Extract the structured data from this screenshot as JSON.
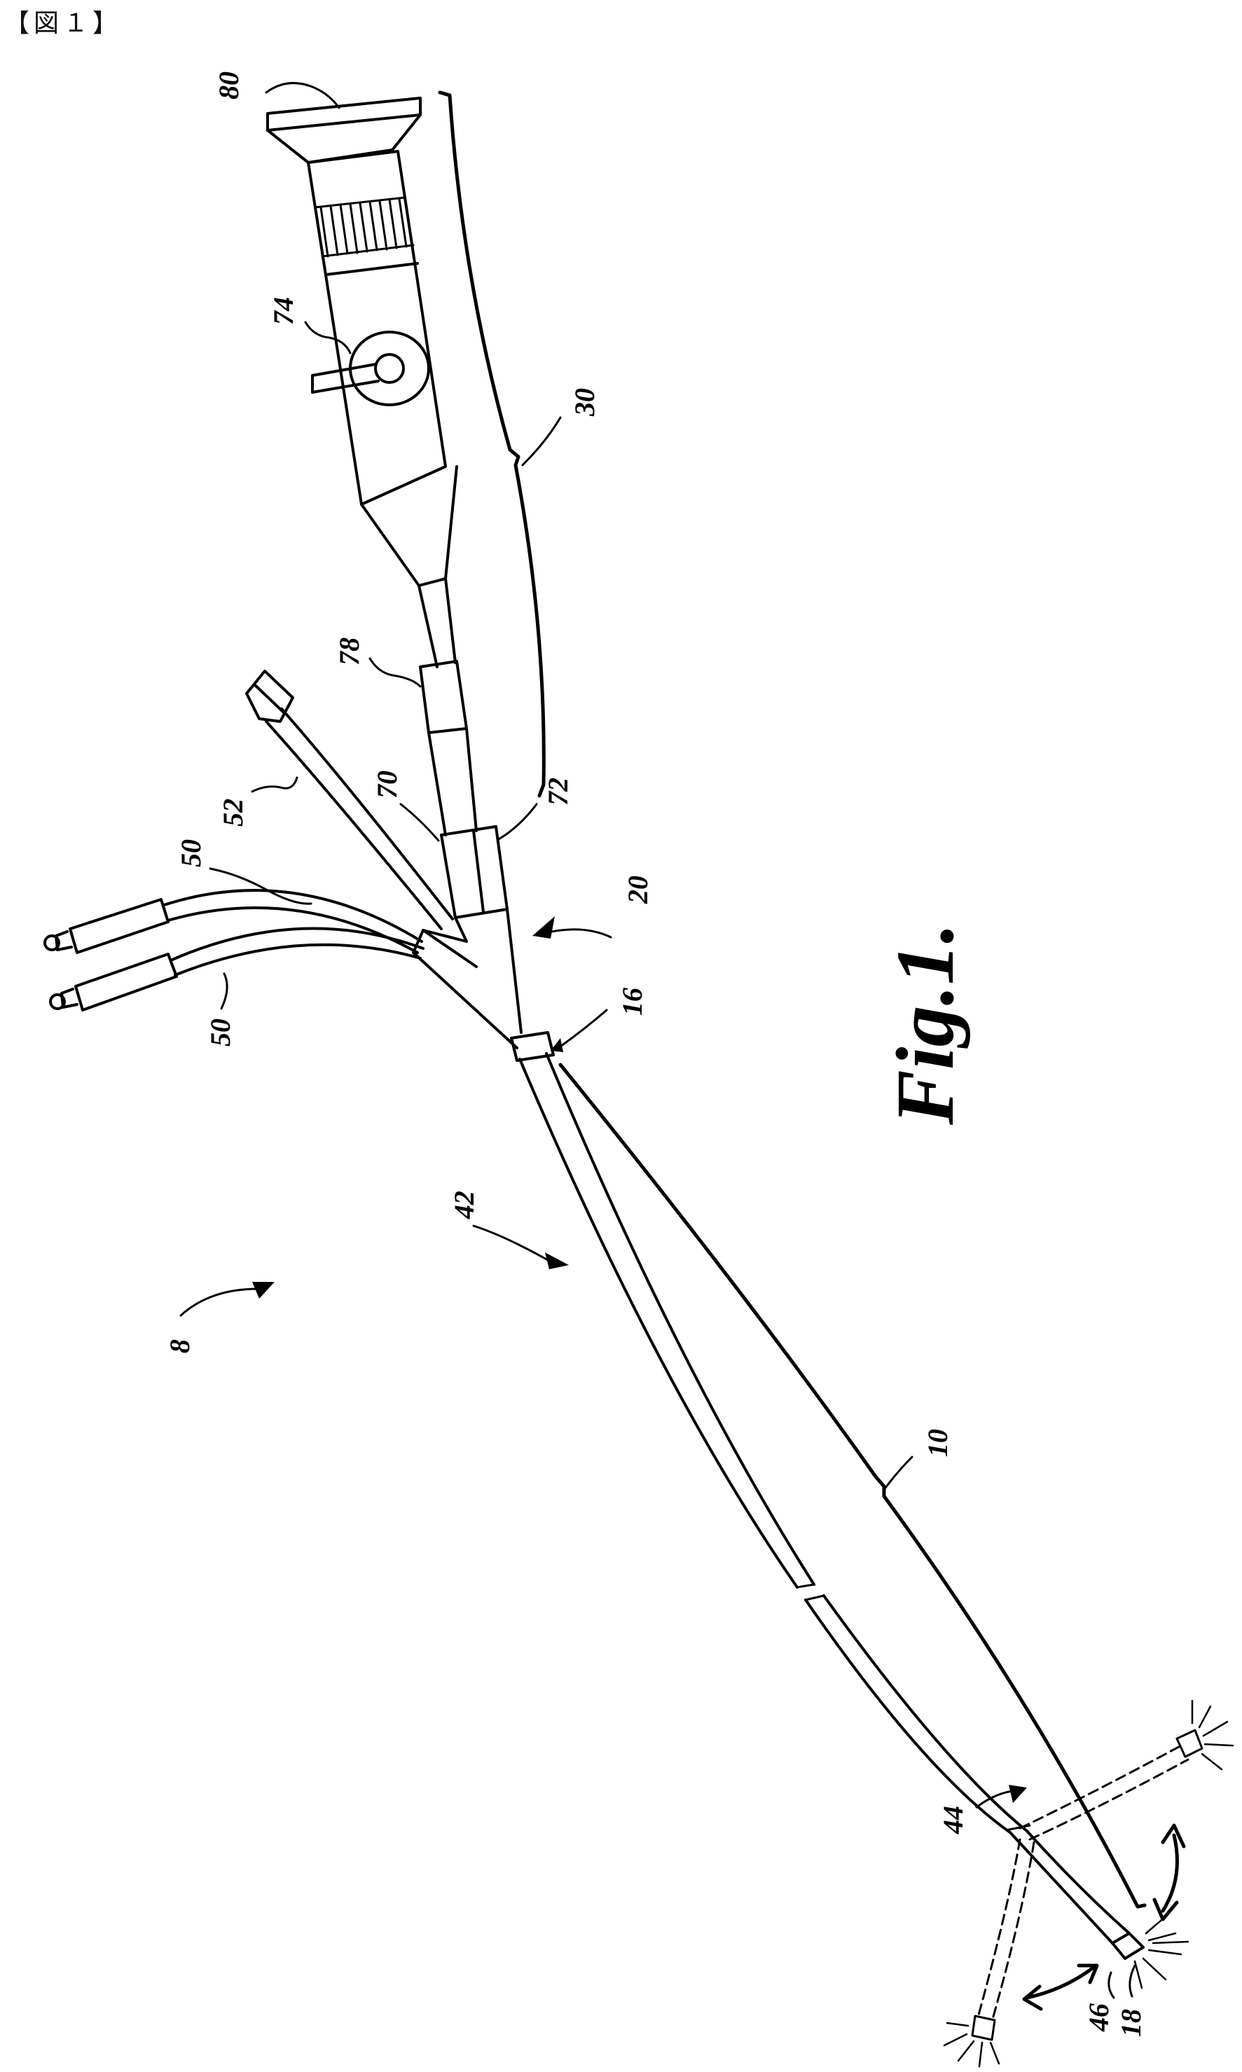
{
  "header": {
    "figure_tag": "【図１】"
  },
  "figure": {
    "caption": "Fig.1.",
    "labels": {
      "l80": "80",
      "l74": "74",
      "l30": "30",
      "l78": "78",
      "l52": "52",
      "l50a": "50",
      "l50b": "50",
      "l70": "70",
      "l72": "72",
      "l20": "20",
      "l16": "16",
      "l42": "42",
      "l8": "8",
      "l10": "10",
      "l44": "44",
      "l46": "46",
      "l18": "18"
    }
  }
}
